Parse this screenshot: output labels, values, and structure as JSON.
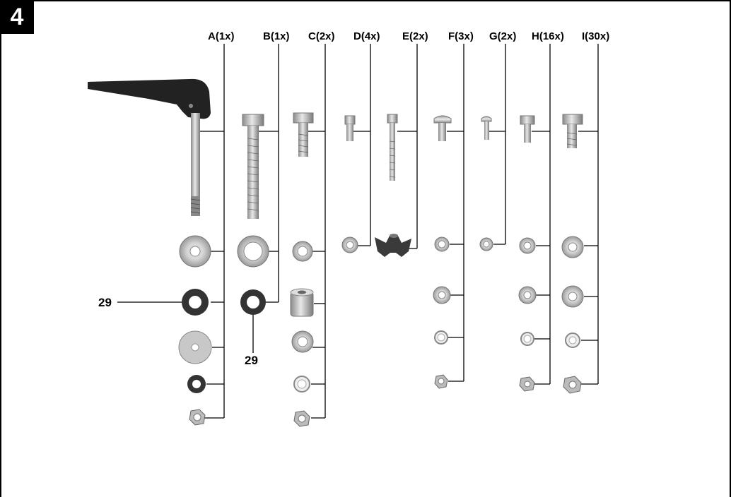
{
  "figure_number": "4",
  "groups": [
    {
      "label": "A(1x)"
    },
    {
      "label": "B(1x)"
    },
    {
      "label": "C(2x)"
    },
    {
      "label": "D(4x)"
    },
    {
      "label": "E(2x)"
    },
    {
      "label": "F(3x)"
    },
    {
      "label": "G(2x)"
    },
    {
      "label": "H(16x)"
    },
    {
      "label": "I(30x)"
    }
  ],
  "callouts": {
    "left": "29",
    "bottom": "29"
  }
}
